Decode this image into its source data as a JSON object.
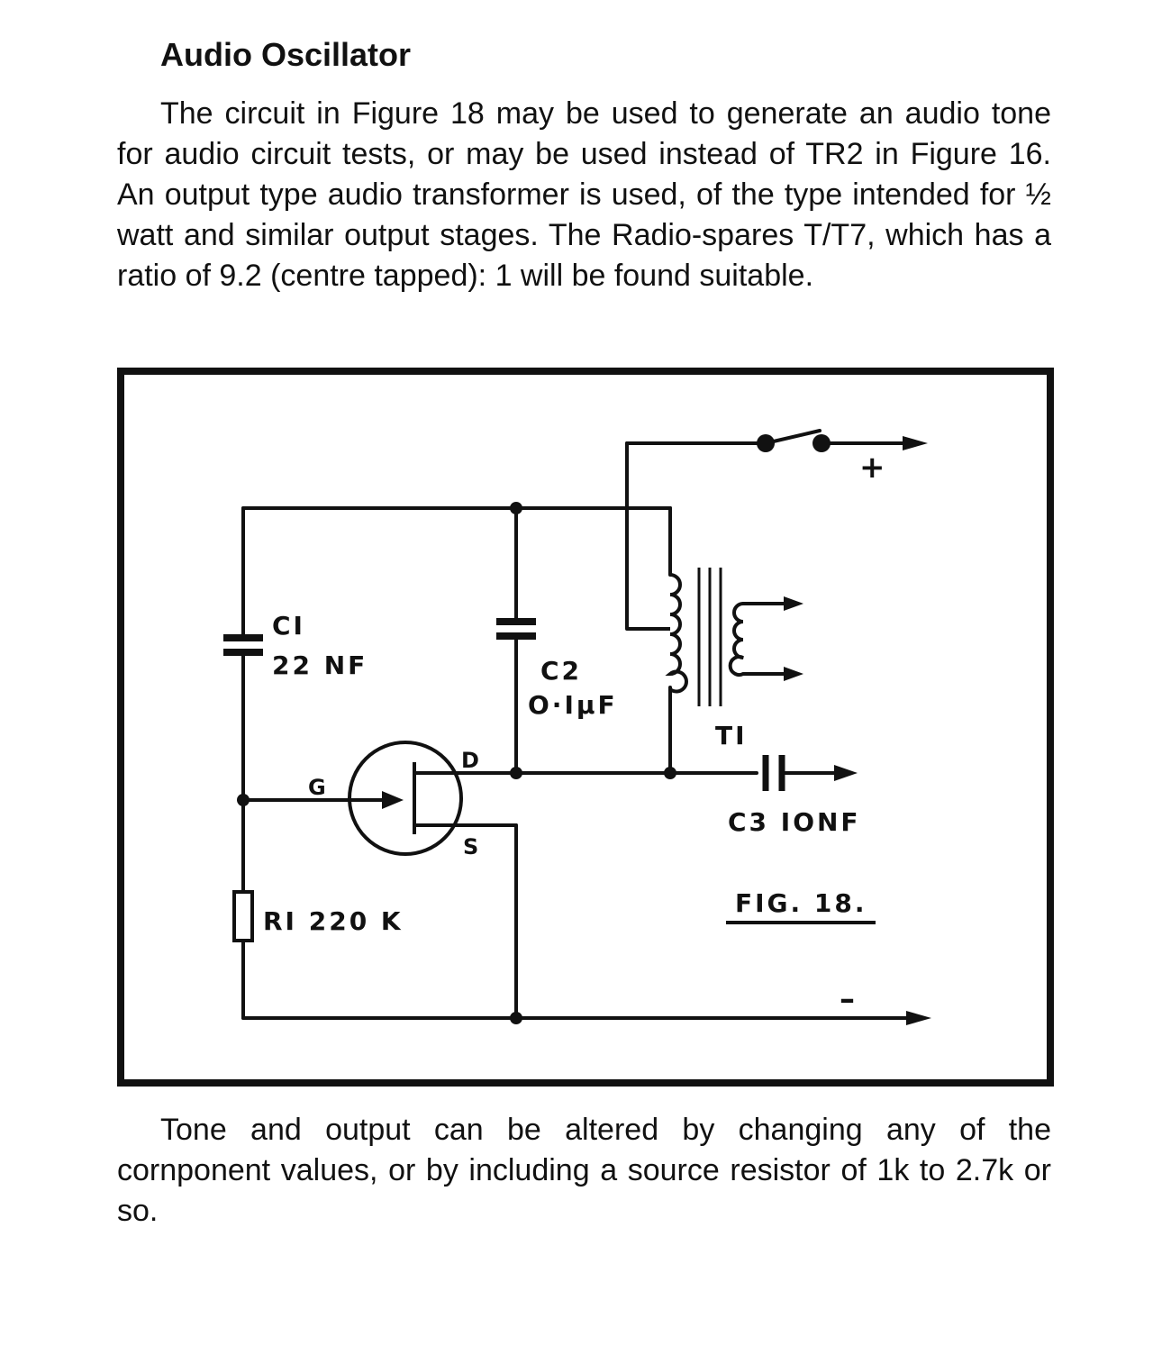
{
  "document": {
    "heading": "Audio Oscillator",
    "paragraph_1": "The circuit in Figure 18 may be used to generate an audio tone for audio circuit tests, or may be used instead of TR2 in Figure 16. An output type audio transformer is used, of the type intended for ½ watt and similar output stages. The Radio-spares T/T7, which has a ratio of 9.2 (centre tapped): 1 will be found suitable.",
    "paragraph_2": "Tone and output can be altered by changing any of the cornponent values, or by including a source resistor of 1k to 2.7k or so."
  },
  "figure": {
    "c1_name": "CI",
    "c1_value": "22 NF",
    "c2_name": "C2",
    "c2_value": "O·IµF",
    "t1_label": "TI",
    "c3_label": "C3 IONF",
    "r1_label": "RI 220 K",
    "gate_label": "G",
    "drain_label": "D",
    "source_label": "S",
    "plus_label": "+",
    "minus_label": "–",
    "caption": "FIG. 18."
  }
}
